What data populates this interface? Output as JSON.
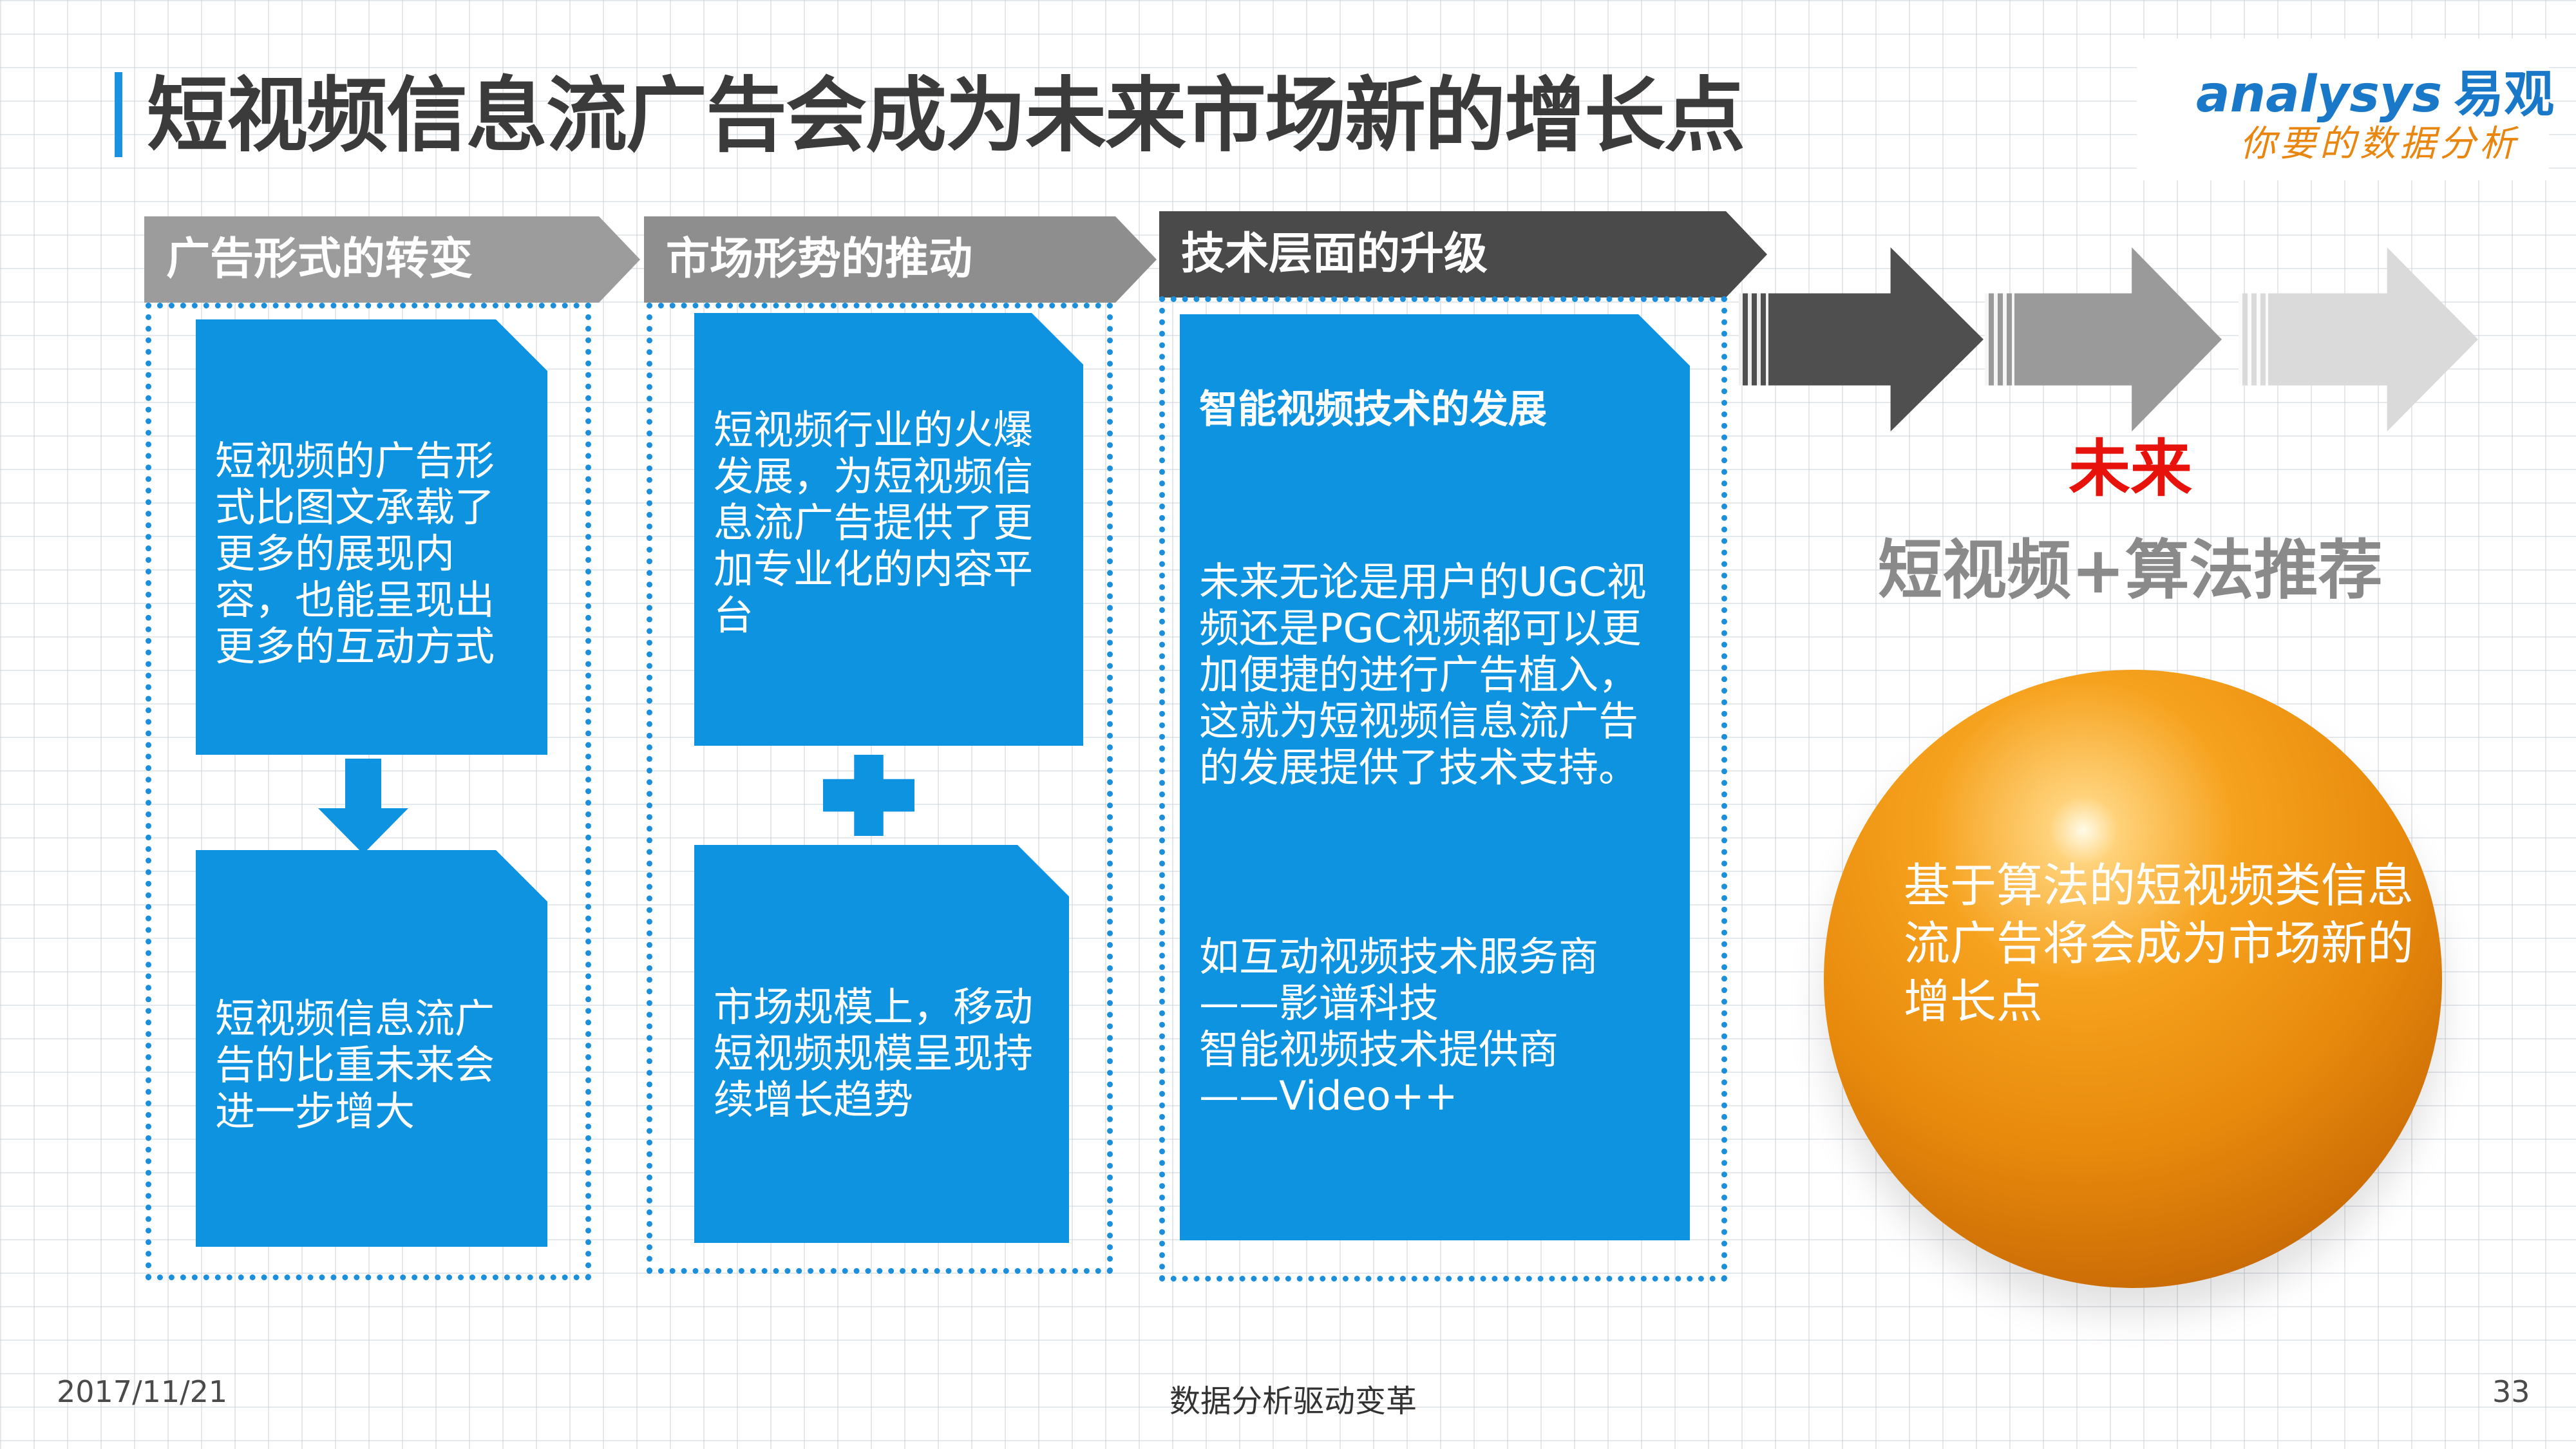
{
  "header": {
    "title": "短视频信息流广告会成为未来市场新的增长点",
    "logo_en": "analysys",
    "logo_cn": "易观",
    "logo_slogan": "你要的数据分析"
  },
  "columns": [
    {
      "heading": "广告形式的转变",
      "cards": [
        "短视频的广告形式比图文承载了更多的展现内容，也能呈现出更多的互动方式",
        "短视频信息流广告的比重未来会进一步增大"
      ],
      "connector": "down-arrow-icon"
    },
    {
      "heading": "市场形势的推动",
      "cards": [
        "短视频行业的火爆发展，为短视频信息流广告提供了更加专业化的内容平台",
        "市场规模上，移动短视频规模呈现持续增长趋势"
      ],
      "connector": "plus-icon"
    },
    {
      "heading": "技术层面的升级",
      "card_title": "智能视频技术的发展",
      "paragraph": "未来无论是用户的UGC视频还是PGC视频都可以更加便捷的进行广告植入，这就为短视频信息流广告的发展提供了技术支持。",
      "examples": [
        "如互动视频技术服务商",
        "——影谱科技",
        "智能视频技术提供商",
        "——Video++"
      ]
    }
  ],
  "future": {
    "label": "未来",
    "subtitle": "短视频+算法推荐",
    "sphere_text": "基于算法的短视频类信息流广告将会成为市场新的增长点"
  },
  "colors": {
    "accent_blue": "#0d93e0",
    "future_red": "#e8120c",
    "sphere_orange": "#f6a21e"
  },
  "footer": {
    "date": "2017/11/21",
    "center": "数据分析驱动变革",
    "page": "33"
  }
}
